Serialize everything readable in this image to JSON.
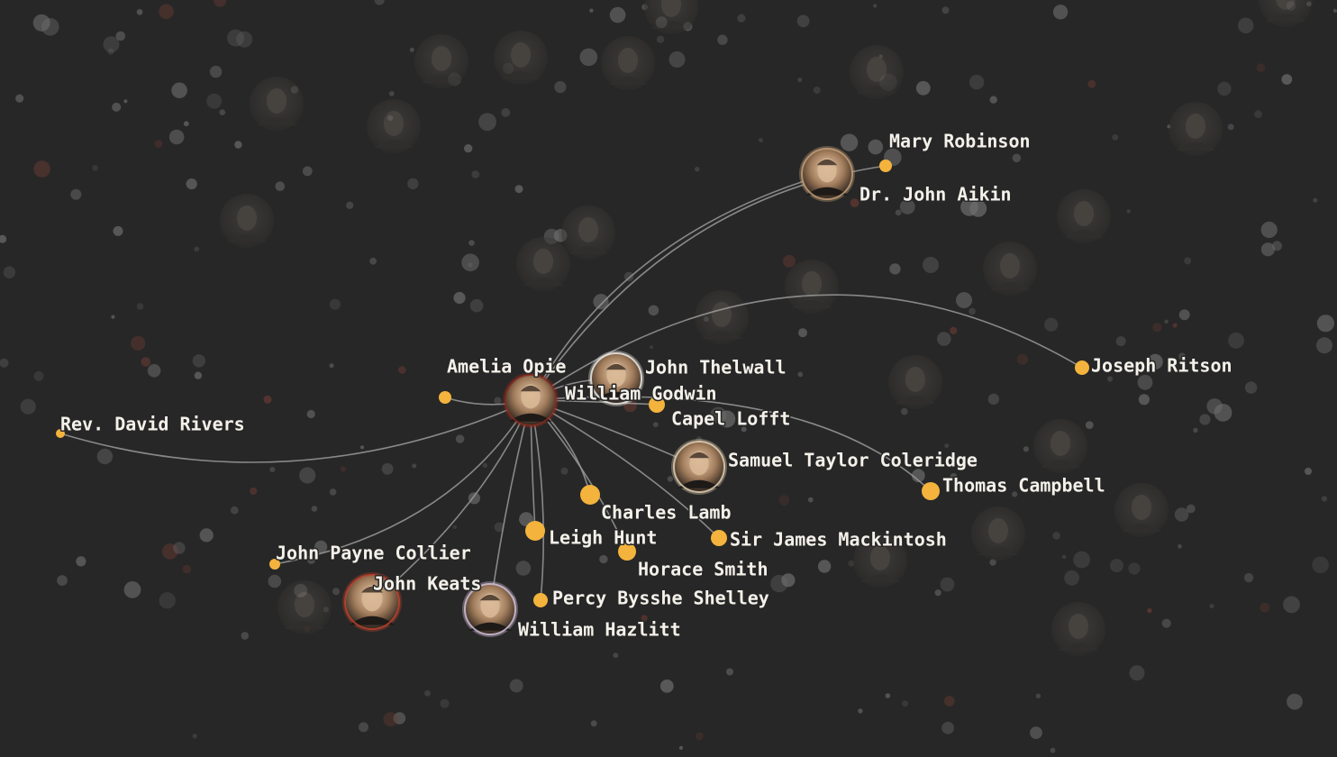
{
  "network": {
    "center": "William Godwin",
    "nodes": [
      {
        "id": "godwin",
        "label": "William Godwin",
        "kind": "portrait",
        "accent": "#8a2c1f",
        "label_side": "right"
      },
      {
        "id": "opie",
        "label": "Amelia Opie",
        "kind": "dot",
        "label_side": "top"
      },
      {
        "id": "thelwall",
        "label": "John Thelwall",
        "kind": "portrait",
        "accent": "#f4f1ea",
        "label_side": "right"
      },
      {
        "id": "lofft",
        "label": "Capel Lofft",
        "kind": "dot",
        "label_side": "right"
      },
      {
        "id": "robinson",
        "label": "Mary Robinson",
        "kind": "dot",
        "label_side": "top"
      },
      {
        "id": "aikin",
        "label": "Dr. John Aikin",
        "kind": "portrait",
        "accent": "#c9a27a",
        "label_side": "right"
      },
      {
        "id": "rivers",
        "label": "Rev. David Rivers",
        "kind": "dot",
        "label_side": "top"
      },
      {
        "id": "ritson",
        "label": "Joseph Ritson",
        "kind": "dot",
        "label_side": "right"
      },
      {
        "id": "coleridge",
        "label": "Samuel Taylor Coleridge",
        "kind": "portrait",
        "accent": "#e8d6b8",
        "label_side": "right"
      },
      {
        "id": "campbell",
        "label": "Thomas Campbell",
        "kind": "dot",
        "label_side": "right"
      },
      {
        "id": "lamb",
        "label": "Charles Lamb",
        "kind": "dot",
        "label_side": "right"
      },
      {
        "id": "hunt",
        "label": "Leigh Hunt",
        "kind": "dot",
        "label_side": "right"
      },
      {
        "id": "mackintosh",
        "label": "Sir James Mackintosh",
        "kind": "dot",
        "label_side": "right"
      },
      {
        "id": "hsmith",
        "label": "Horace Smith",
        "kind": "dot",
        "label_side": "right"
      },
      {
        "id": "collier",
        "label": "John Payne Collier",
        "kind": "dot",
        "label_side": "top"
      },
      {
        "id": "keats",
        "label": "John Keats",
        "kind": "portrait",
        "accent": "#c0432d",
        "label_side": "top"
      },
      {
        "id": "shelley",
        "label": "Percy Bysshe Shelley",
        "kind": "dot",
        "label_side": "right"
      },
      {
        "id": "hazlitt",
        "label": "William Hazlitt",
        "kind": "portrait",
        "accent": "#d9c6e0",
        "label_side": "right"
      }
    ],
    "edges": [
      [
        "godwin",
        "opie"
      ],
      [
        "godwin",
        "thelwall"
      ],
      [
        "godwin",
        "lofft"
      ],
      [
        "godwin",
        "aikin"
      ],
      [
        "godwin",
        "robinson"
      ],
      [
        "godwin",
        "rivers"
      ],
      [
        "godwin",
        "ritson"
      ],
      [
        "godwin",
        "coleridge"
      ],
      [
        "godwin",
        "campbell"
      ],
      [
        "godwin",
        "lamb"
      ],
      [
        "godwin",
        "hunt"
      ],
      [
        "godwin",
        "mackintosh"
      ],
      [
        "godwin",
        "hsmith"
      ],
      [
        "godwin",
        "collier"
      ],
      [
        "godwin",
        "keats"
      ],
      [
        "godwin",
        "shelley"
      ],
      [
        "godwin",
        "hazlitt"
      ]
    ]
  },
  "colors": {
    "background": "#272727",
    "dot": "#f3b33d",
    "edge": "#9a9a9a",
    "label": "#f4f1ea"
  }
}
